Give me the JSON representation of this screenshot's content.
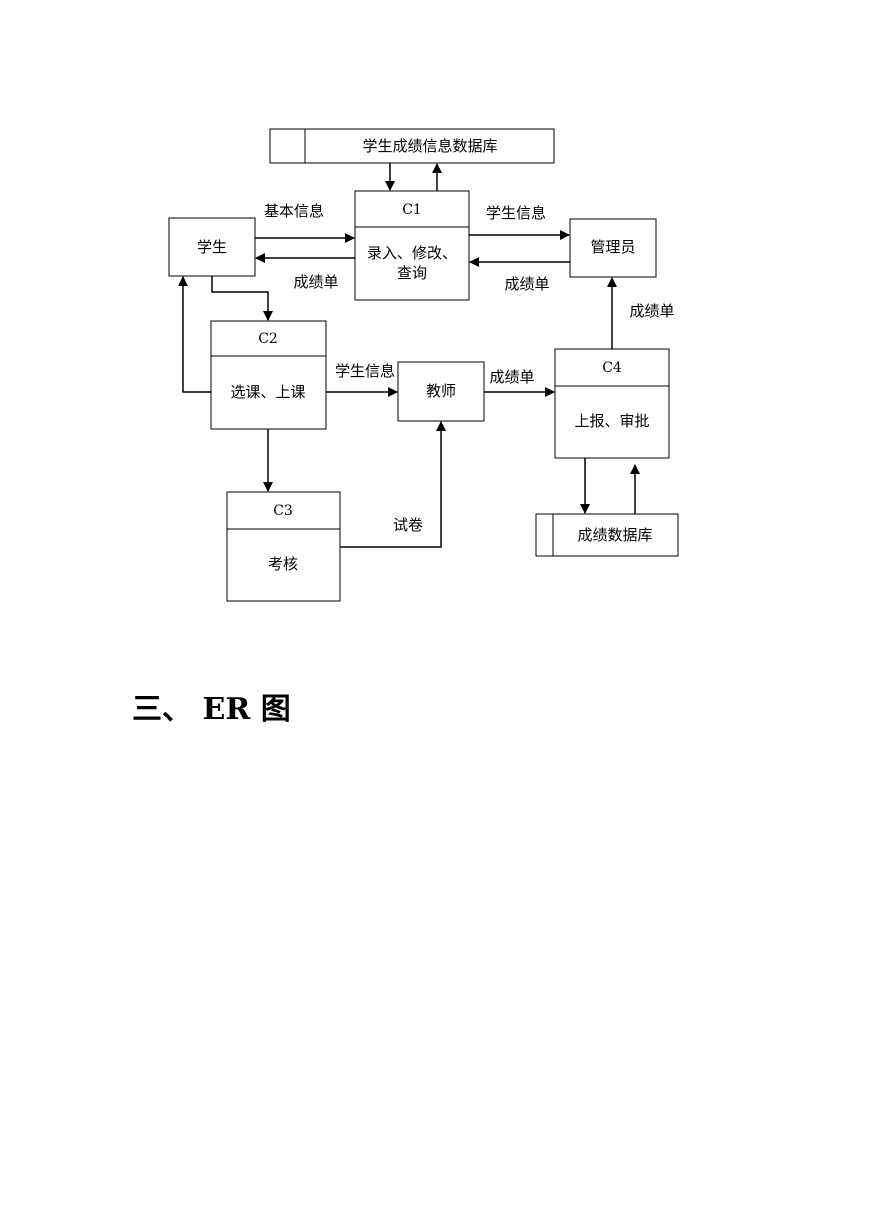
{
  "diagram": {
    "stores": {
      "student_db": "学生成绩信息数据库",
      "grade_db": "成绩数据库"
    },
    "entities": {
      "student": "学生",
      "admin": "管理员",
      "teacher": "教师"
    },
    "processes": {
      "c1": {
        "id": "C1",
        "line1": "录入、修改、",
        "line2": "查询"
      },
      "c2": {
        "id": "C2",
        "label": "选课、上课"
      },
      "c3": {
        "id": "C3",
        "label": "考核"
      },
      "c4": {
        "id": "C4",
        "label": "上报、审批"
      }
    },
    "flows": {
      "basic_info": "基本信息",
      "student_info_to_admin": "学生信息",
      "grades_to_student": "成绩单",
      "grades_to_c1": "成绩单",
      "student_info_to_teacher": "学生信息",
      "grades_to_c4": "成绩单",
      "grades_to_admin": "成绩单",
      "exam_paper": "试卷"
    }
  },
  "section": {
    "number": "三、",
    "title": "ER 图"
  }
}
